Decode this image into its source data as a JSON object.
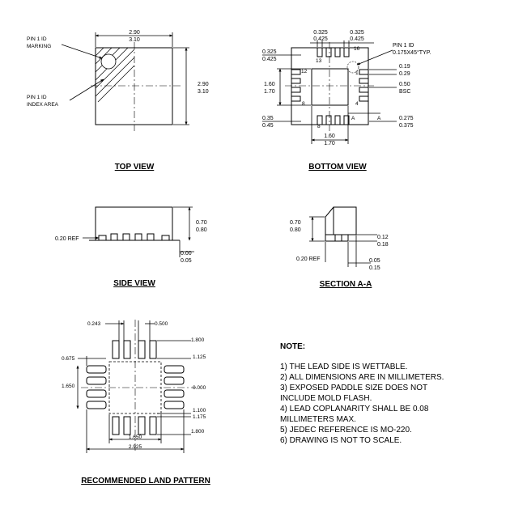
{
  "top_view": {
    "heading": "TOP VIEW",
    "width_dim": [
      "2.90",
      "3.10"
    ],
    "height_dim": [
      "2.90",
      "3.10"
    ],
    "pin1_marking": [
      "PIN 1 ID",
      "MARKING"
    ],
    "pin1_area": [
      "PIN 1 ID",
      "INDEX AREA"
    ]
  },
  "bottom_view": {
    "heading": "BOTTOM VIEW",
    "pad_width": [
      "0.325",
      "0.425"
    ],
    "pad_width_b": [
      "0.325",
      "0.425"
    ],
    "pad_len_left": [
      "0.325",
      "0.425"
    ],
    "pin1_id": [
      "PIN 1 ID",
      "0.175X45°TYP."
    ],
    "lead_width": [
      "0.19",
      "0.29"
    ],
    "pitch": [
      "0.50",
      "BSC"
    ],
    "paddle_h": [
      "1.60",
      "1.70"
    ],
    "paddle_w": [
      "1.60",
      "1.70"
    ],
    "bottom_left": [
      "0.35",
      "0.45"
    ],
    "bottom_right": [
      "0.275",
      "0.375"
    ],
    "pin_numbers": [
      "1",
      "4",
      "8",
      "12",
      "13",
      "16"
    ],
    "section_mark": "A"
  },
  "side_view": {
    "heading": "SIDE VIEW",
    "height": [
      "0.70",
      "0.80"
    ],
    "ref": "0.20 REF",
    "standoff": [
      "0.00",
      "0.05"
    ]
  },
  "section_aa": {
    "heading": "SECTION A-A",
    "height": [
      "0.70",
      "0.80"
    ],
    "lead_t": [
      "0.12",
      "0.18"
    ],
    "ref": "0.20 REF",
    "lead_edge": [
      "0.05",
      "0.15"
    ]
  },
  "land_pattern": {
    "heading": "RECOMMENDED LAND PATTERN",
    "dims": [
      "0.243",
      "0.500",
      "1.800",
      "1.125",
      "0.675",
      "1.650",
      "0.000",
      "1.100",
      "1.175",
      "1.800",
      "1.650",
      "2.925"
    ]
  },
  "notes": {
    "title": "NOTE:",
    "lines": [
      "1) THE LEAD SIDE IS WETTABLE.",
      "2) ALL DIMENSIONS ARE IN MILLIMETERS.",
      "3) EXPOSED PADDLE SIZE DOES NOT",
      "INCLUDE MOLD FLASH.",
      "4) LEAD COPLANARITY SHALL BE 0.08",
      "MILLIMETERS MAX.",
      "5) JEDEC REFERENCE IS MO-220.",
      "6) DRAWING IS NOT TO SCALE."
    ]
  }
}
